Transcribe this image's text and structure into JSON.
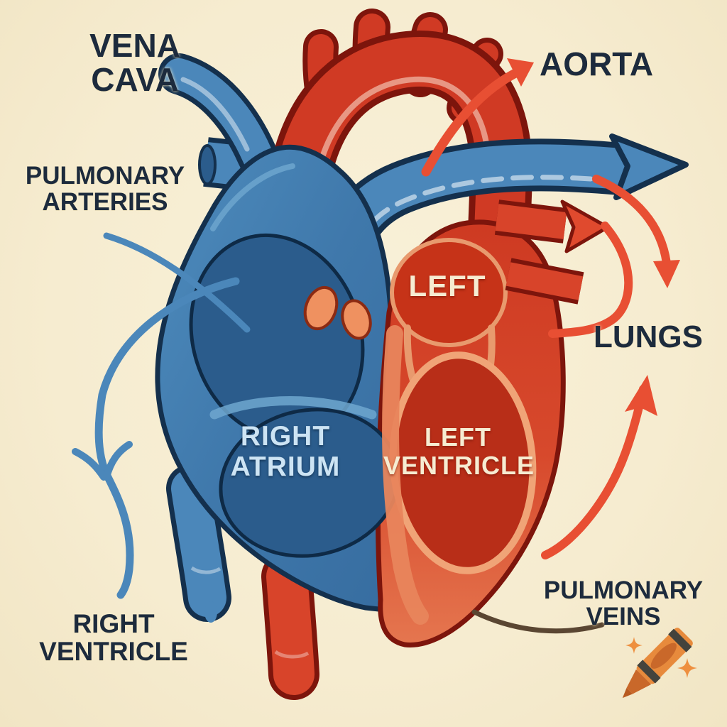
{
  "diagram": {
    "title": "Human heart blood-flow diagram",
    "background_color": "#f6ecd0",
    "colors": {
      "vein_blue": "#4b87ba",
      "vein_blue_dark": "#2b5c8c",
      "vein_outline_navy": "#14304d",
      "artery_red": "#d03a24",
      "artery_red_dark": "#b82e18",
      "artery_outline_maroon": "#7d150c",
      "wall_salmon": "#e8855c",
      "valve_orange": "#ef9160",
      "flow_arrow_red": "#e84f33",
      "label_navy": "#1d2b3d",
      "chamber_text_cream": "#f6ecd2",
      "chamber_text_ice_blue": "#cde4f4",
      "leader_line_brown": "#5a4632",
      "crayon_orange": "#e78a3c"
    },
    "external_labels": {
      "vena_cava": "VENA\nCAVA",
      "pulmonary_arteries": "PULMONARY\nARTERIES",
      "aorta": "AORTA",
      "lungs": "LUNGS",
      "right_ventricle": "RIGHT\nVENTRICLE",
      "pulmonary_veins": "PULMONARY\nVEINS"
    },
    "chamber_labels": {
      "left_atrium": "LEFT",
      "right_atrium": "RIGHT\nATRIUM",
      "left_ventricle": "LEFT\nVENTRICLE"
    },
    "watermark": {
      "icon": "crayon-icon",
      "sparkles": "sparkle-icon"
    }
  }
}
